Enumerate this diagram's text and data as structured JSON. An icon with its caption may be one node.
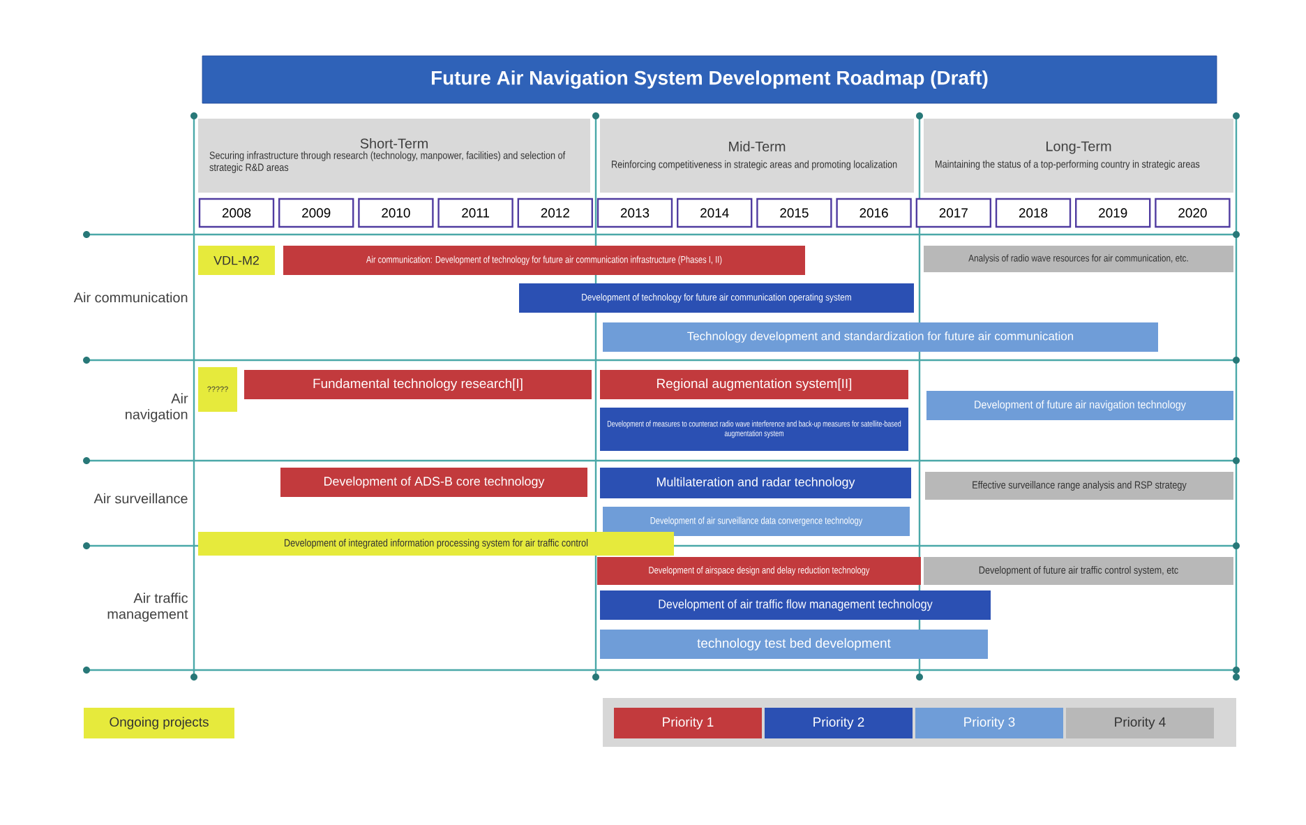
{
  "diagram": {
    "title": "Future Air Navigation System Development Roadmap (Draft)",
    "nodes": [
      {
        "text": [
          "Short-Term",
          "Securing infrastructure through research (technology, manpower, facilities) and selection of strategic R&D areas"
        ]
      },
      {
        "text": [
          "Mid-Term",
          "Reinforcing competitiveness in strategic areas and promoting localization"
        ]
      },
      {
        "text": [
          "Long-Term",
          "Maintaining the status of a top-performing country in strategic areas"
        ]
      },
      {
        "text": [
          "2008"
        ]
      },
      {
        "text": [
          "2009"
        ]
      },
      {
        "text": [
          "2010"
        ]
      },
      {
        "text": [
          "2011"
        ]
      },
      {
        "text": [
          "2012"
        ]
      },
      {
        "text": [
          "2013"
        ]
      },
      {
        "text": [
          "2014"
        ]
      },
      {
        "text": [
          "2015"
        ]
      },
      {
        "text": [
          "2016"
        ]
      },
      {
        "text": [
          "2017"
        ]
      },
      {
        "text": [
          "2018"
        ]
      },
      {
        "text": [
          "2019"
        ]
      },
      {
        "text": [
          "2020"
        ]
      },
      {
        "text": [
          "VDL-M2"
        ]
      },
      {
        "text": [
          "Air communication: Development of technology for future air communication infrastructure (Phases I, II)"
        ]
      },
      {
        "text": [
          "Analysis of radio wave resources for air communication, etc."
        ]
      },
      {
        "text": [
          "Development of technology for future air communication operating system"
        ]
      },
      {
        "text": [
          "Technology development and standardization for future air communication"
        ]
      },
      {
        "text": [
          "?????"
        ]
      },
      {
        "text": [
          "Fundamental technology research[I]"
        ]
      },
      {
        "text": [
          "Regional augmentation system[II]"
        ]
      },
      {
        "text": [
          "Development of future air navigation technology"
        ]
      },
      {
        "text": [
          "Development of measures to counteract radio wave interference and back-up measures for satellite-based augmentation system"
        ]
      },
      {
        "text": [
          "Development of ADS-B core technology"
        ]
      },
      {
        "text": [
          "Multilateration and radar technology"
        ]
      },
      {
        "text": [
          "Effective surveillance range analysis and RSP strategy"
        ]
      },
      {
        "text": [
          "Development of air surveillance data convergence technology"
        ]
      },
      {
        "text": [
          "Development of integrated information processing system for air traffic control"
        ]
      },
      {
        "text": [
          "Development of airspace design and delay reduction technology"
        ]
      },
      {
        "text": [
          "Development of future air traffic control system, etc"
        ]
      },
      {
        "text": [
          "Development of air traffic flow management technology"
        ]
      },
      {
        "text": [
          "technology test bed development"
        ]
      }
    ],
    "labels": [
      "Air communication",
      "Air navigation",
      "Air surveillance",
      "Air traffic management"
    ],
    "legend": [
      {
        "text": "Ongoing projects",
        "color": "#e6ea3c"
      },
      {
        "text": "Priority 1",
        "color": "#c23a3d"
      },
      {
        "text": "Priority 2",
        "color": "#2b50b3"
      },
      {
        "text": "Priority 3",
        "color": "#6f9dd8"
      },
      {
        "text": "Priority 4",
        "color": "#b8b8b8"
      }
    ]
  }
}
